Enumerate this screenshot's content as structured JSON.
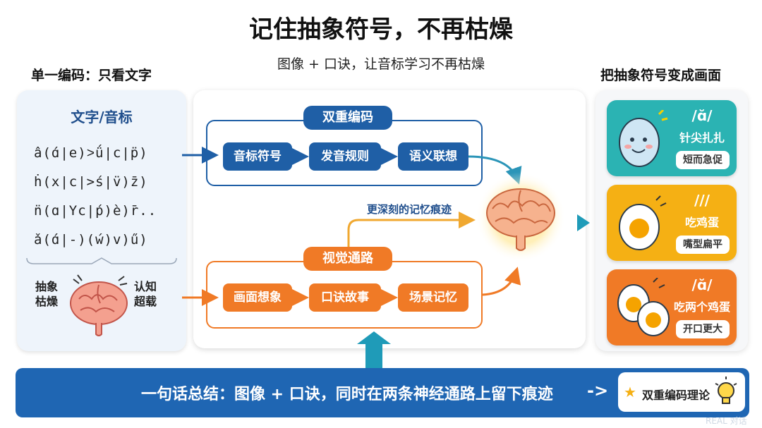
{
  "title": "记住抽象符号，不再枯燥",
  "subtitle": "图像 + 口诀，让音标学习不再枯燥",
  "left": {
    "heading": "单一编码：只看文字",
    "panel_title": "文字/音标",
    "symbol_rows": [
      "â(ɑ́|e)˃ǘ|c|p̈)",
      "ḣ(x|c|>ś|v̈)z̄)",
      "n̈(ɑ|Yc|ṕ)è)r̄..",
      "ǎ(ɑ́|-)(ẃ)v)ű)"
    ],
    "label_left": "抽象\n枯燥",
    "label_right": "认知\n超载"
  },
  "center": {
    "top_group": {
      "title": "双重编码",
      "nodes": [
        "音标符号",
        "发音规则",
        "语义联想"
      ]
    },
    "bottom_group": {
      "title": "视觉通路",
      "nodes": [
        "画面想象",
        "口诀故事",
        "场景记忆"
      ]
    },
    "memory_label": "更深刻的记忆痕迹"
  },
  "right": {
    "heading": "把抽象符号变成画面",
    "cards": [
      {
        "symbol": "/ɑ̆/",
        "name": "针尖扎扎",
        "tag": "短而急促",
        "color": "#2bb3b3"
      },
      {
        "symbol": "///",
        "name": "吃鸡蛋",
        "tag": "嘴型扁平",
        "color": "#f5b014"
      },
      {
        "symbol": "/ɑ̆/",
        "name": "吃两个鸡蛋",
        "tag": "开口更大",
        "color": "#f07a26"
      }
    ]
  },
  "banner": {
    "text": "一句话总结：图像 + 口诀，同时在两条神经通路上留下痕迹",
    "arrow": "->",
    "theory": "双重编码理论"
  },
  "watermark": "REAL 对话",
  "colors": {
    "blue": "#1f5fa6",
    "orange": "#f07a26",
    "teal": "#2bb3b3",
    "yellow": "#f5b014",
    "banner": "#1f66b3"
  }
}
